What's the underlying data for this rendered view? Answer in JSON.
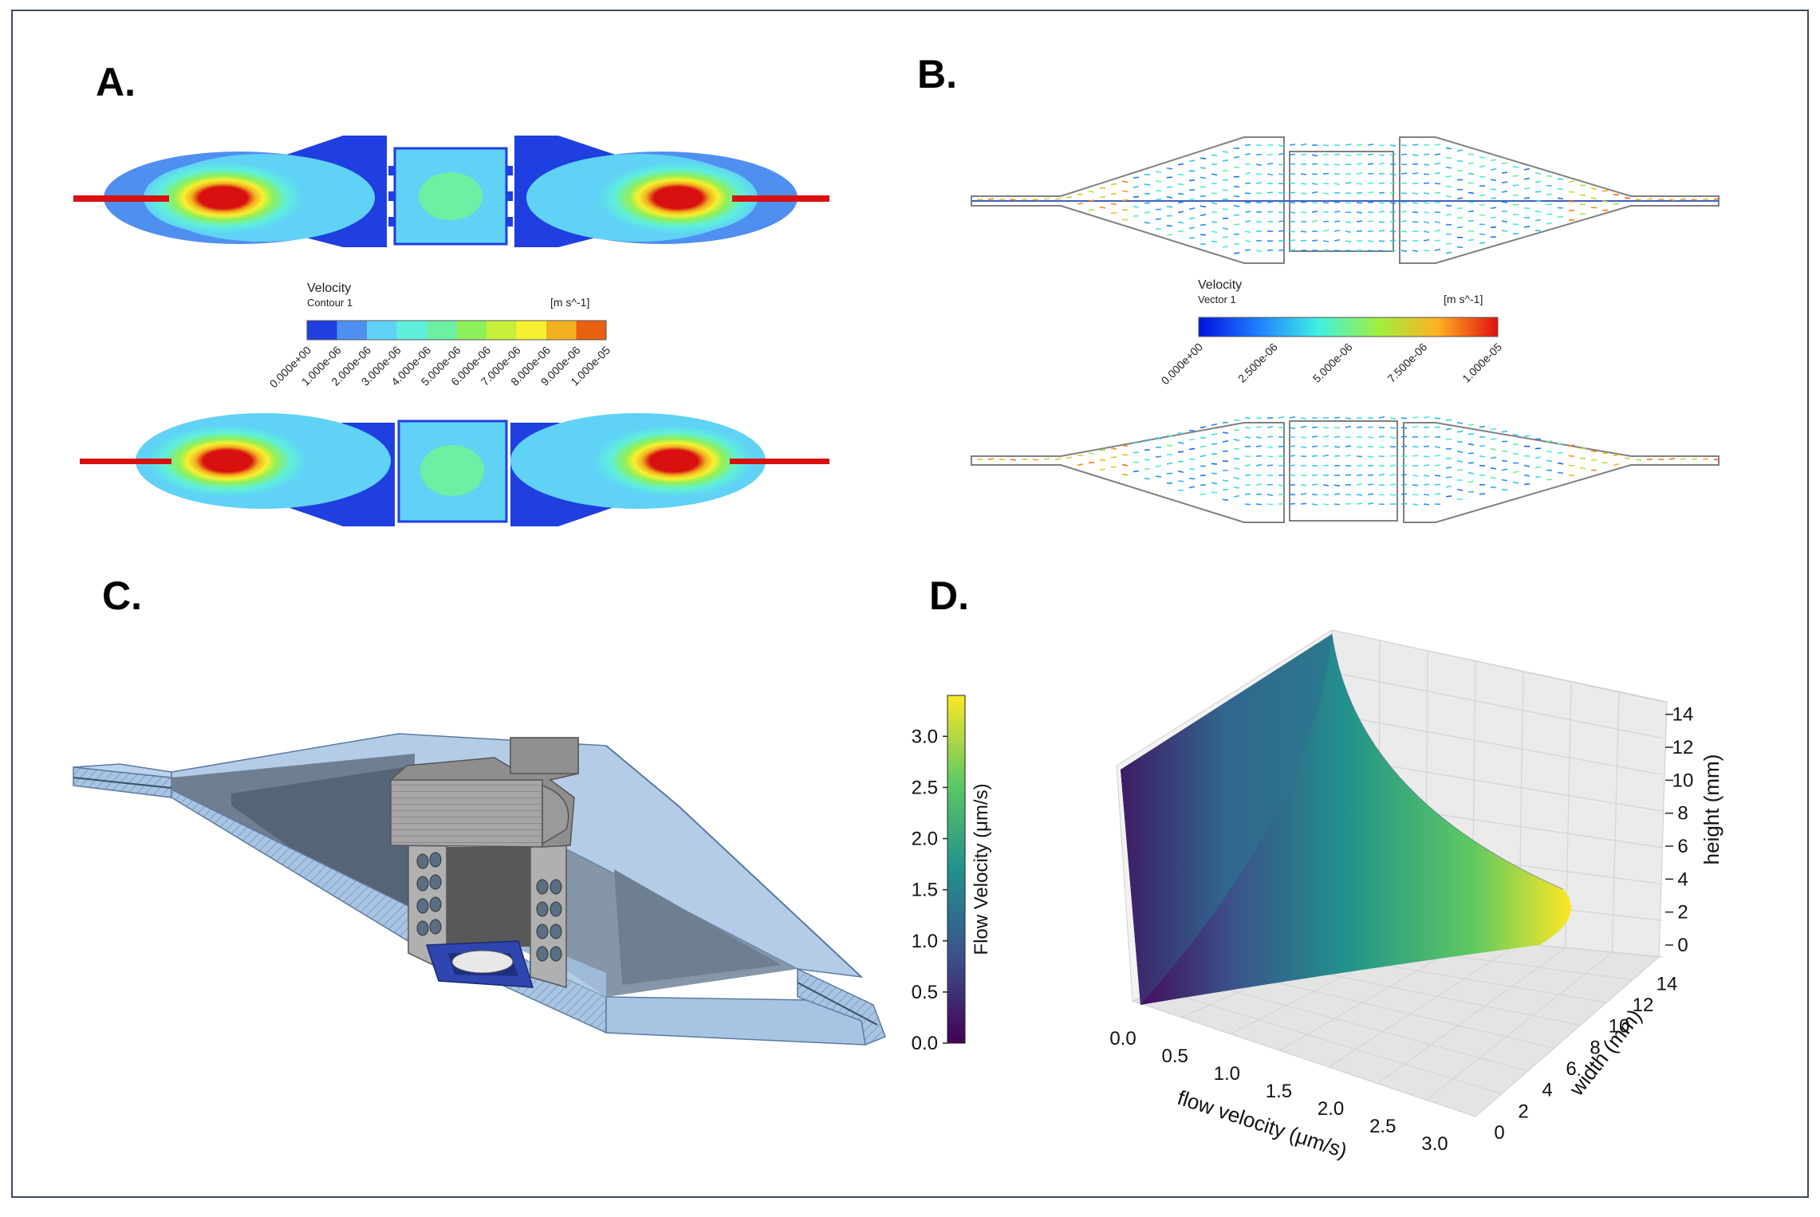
{
  "panels": {
    "a": {
      "label": "A.",
      "legend_title": "Velocity",
      "legend_subtitle": "Contour 1",
      "unit": "[m s^-1]",
      "colors": [
        "#1f3fe0",
        "#4f8ff0",
        "#5fd2f5",
        "#5ff0dc",
        "#6cf0a4",
        "#8ef05a",
        "#c8f03a",
        "#f8f030",
        "#f0b020",
        "#e86010",
        "#d81010"
      ],
      "ticks": [
        "0.000e+00",
        "1.000e-06",
        "2.000e-06",
        "3.000e-06",
        "4.000e-06",
        "5.000e-06",
        "6.000e-06",
        "7.000e-06",
        "8.000e-06",
        "9.000e-06",
        "1.000e-05"
      ]
    },
    "b": {
      "label": "B.",
      "legend_title": "Velocity",
      "legend_subtitle": "Vector 1",
      "unit": "[m s^-1]",
      "ticks": [
        "0.000e+00",
        "2.500e-06",
        "5.000e-06",
        "7.500e-06",
        "1.000e-05"
      ]
    },
    "c": {
      "label": "C.",
      "colorbar_label": "Flow Velocity (μm/s)",
      "colorbar_ticks": [
        "0.0",
        "0.5",
        "1.0",
        "1.5",
        "2.0",
        "2.5",
        "3.0"
      ]
    },
    "d": {
      "label": "D."
    }
  },
  "chart_data": {
    "type": "surface",
    "xlabel": "flow velocity (μm/s)",
    "ylabel": "width (mm)",
    "zlabel": "height (mm)",
    "x_ticks": [
      "0.0",
      "0.5",
      "1.0",
      "1.5",
      "2.0",
      "2.5",
      "3.0"
    ],
    "y_ticks": [
      "0",
      "2",
      "4",
      "6",
      "8",
      "10",
      "12",
      "14"
    ],
    "z_ticks": [
      "0",
      "2",
      "4",
      "6",
      "8",
      "10",
      "12",
      "14"
    ],
    "xlim": [
      0,
      3.3
    ],
    "ylim": [
      0,
      15
    ],
    "zlim": [
      0,
      15
    ],
    "colormap": "viridis",
    "grid": true
  }
}
